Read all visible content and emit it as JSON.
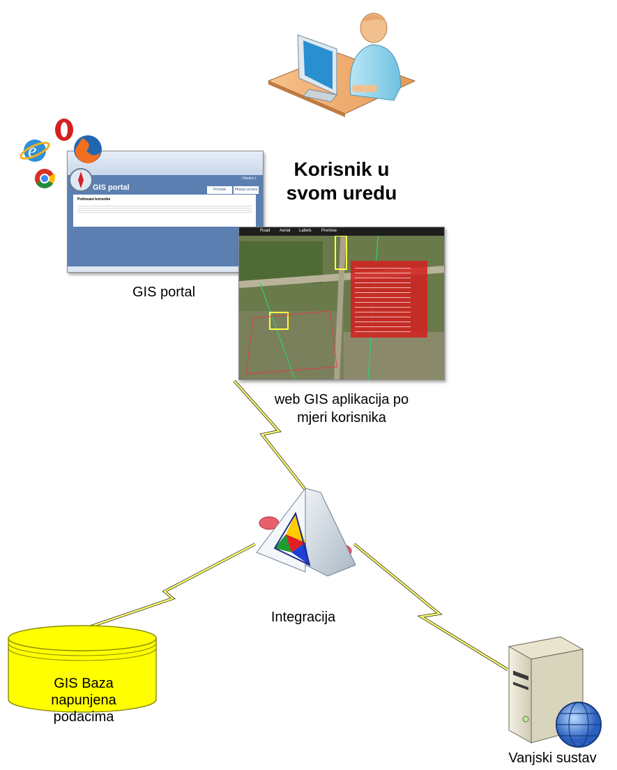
{
  "user": {
    "caption_line1": "Korisnik u",
    "caption_line2": "svom uredu"
  },
  "portal": {
    "caption": "GIS portal",
    "screen_title": "GIS portal",
    "buttons": [
      "Početak",
      "Pitanja servisa"
    ],
    "home_link": "| Naslov |",
    "heading": "Poštovani korisnike"
  },
  "webapp": {
    "caption_line1": "web GIS aplikacija po",
    "caption_line2": "mjeri korisnika",
    "toolbar": [
      "Road",
      "Aerial",
      "Labels",
      "Premise"
    ]
  },
  "integration": {
    "caption": "Integracija"
  },
  "database": {
    "line1": "GIS Baza",
    "line2": "napunjena",
    "line3": "podacima"
  },
  "external": {
    "caption": "Vanjski sustav"
  },
  "colors": {
    "lightning": "#ffff66",
    "db_fill": "#ffff00",
    "popup": "#d42020"
  },
  "icons": [
    "user-at-desk-icon",
    "ie-browser-icon",
    "opera-browser-icon",
    "firefox-browser-icon",
    "chrome-browser-icon",
    "safari-browser-icon",
    "integration-prism-icon",
    "database-cylinder-icon",
    "server-globe-icon"
  ]
}
